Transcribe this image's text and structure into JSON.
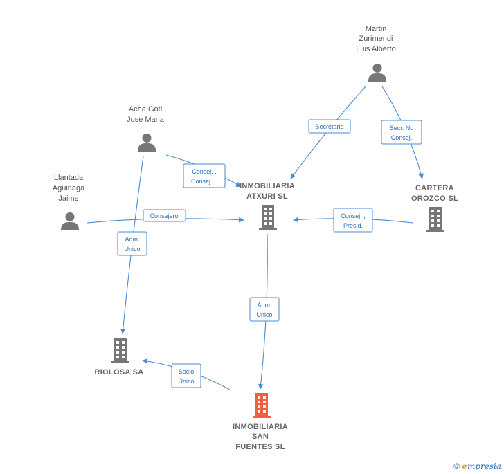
{
  "colors": {
    "edge": "#4a8ad4",
    "person": "#777777",
    "company": "#777777",
    "focus_company": "#f0603a"
  },
  "persons": [
    {
      "id": "martin",
      "name_lines": [
        "Martin",
        "Zurimendi",
        "Luis Alberto"
      ]
    },
    {
      "id": "acha",
      "name_lines": [
        "Acha Goti",
        "Jose Maria"
      ]
    },
    {
      "id": "llantada",
      "name_lines": [
        "Llantada",
        "Aguinaga",
        "Jaime"
      ]
    }
  ],
  "companies": [
    {
      "id": "atxuri",
      "name_lines": [
        "INMOBILIARIA",
        "ATXURI SL"
      ],
      "focus": false
    },
    {
      "id": "cartera",
      "name_lines": [
        "CARTERA",
        "OROZCO SL"
      ],
      "focus": false
    },
    {
      "id": "riolosa",
      "name_lines": [
        "RIOLOSA SA"
      ],
      "focus": false
    },
    {
      "id": "sanfuentes",
      "name_lines": [
        "INMOBILIARIA",
        "SAN",
        "FUENTES SL"
      ],
      "focus": true
    }
  ],
  "edges": [
    {
      "id": "e1",
      "label_lines": [
        "Secretario"
      ]
    },
    {
      "id": "e2",
      "label_lines": [
        "Secr.  No",
        "Consej."
      ]
    },
    {
      "id": "e3",
      "label_lines": [
        "Consej. ,",
        "Consej...."
      ]
    },
    {
      "id": "e4",
      "label_lines": [
        "Consejero"
      ]
    },
    {
      "id": "e5",
      "label_lines": [
        "Adm.",
        "Unico"
      ]
    },
    {
      "id": "e6",
      "label_lines": [
        "Consej. ,",
        "Presid."
      ]
    },
    {
      "id": "e7",
      "label_lines": [
        "Adm.",
        "Unico"
      ]
    },
    {
      "id": "e8",
      "label_lines": [
        "Socio",
        "Único"
      ]
    }
  ],
  "footer": {
    "copyright": "©",
    "brand_initial": "e",
    "brand_rest": "mpresia"
  }
}
